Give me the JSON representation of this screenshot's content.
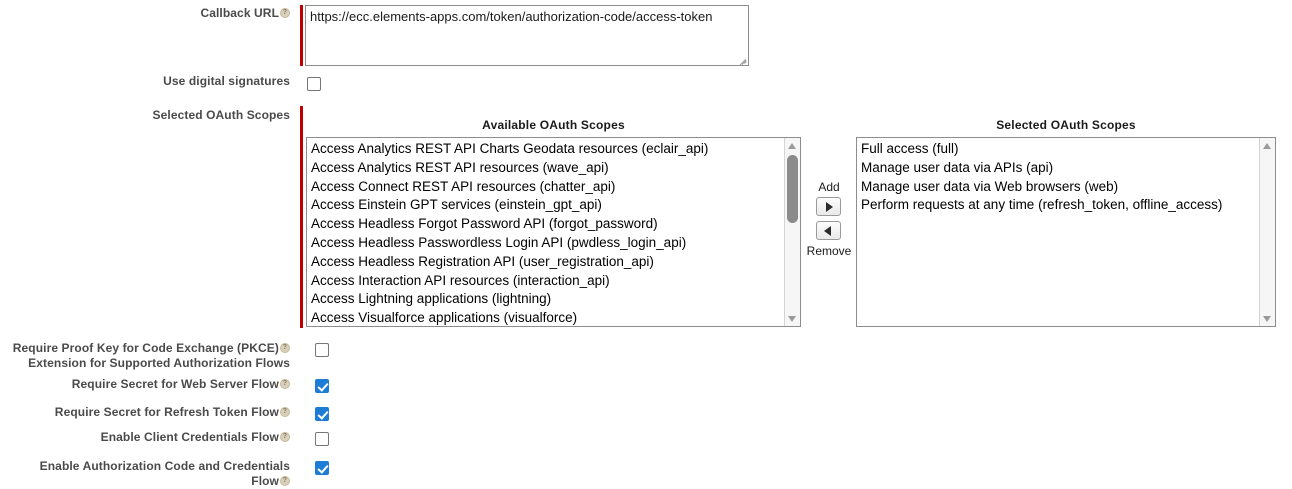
{
  "fields": {
    "callback_url": {
      "label": "Callback URL",
      "value": "https://ecc.elements-apps.com/token/authorization-code/access-token",
      "help_icon": "help-icon",
      "required": true
    },
    "use_digital_signatures": {
      "label": "Use digital signatures",
      "checked": false
    },
    "selected_oauth_scopes": {
      "label": "Selected OAuth Scopes",
      "required": true
    }
  },
  "dual_list": {
    "available_header": "Available OAuth Scopes",
    "selected_header": "Selected OAuth Scopes",
    "add_label": "Add",
    "remove_label": "Remove",
    "available": [
      "Access Analytics REST API Charts Geodata resources (eclair_api)",
      "Access Analytics REST API resources (wave_api)",
      "Access Connect REST API resources (chatter_api)",
      "Access Einstein GPT services (einstein_gpt_api)",
      "Access Headless Forgot Password API (forgot_password)",
      "Access Headless Passwordless Login API (pwdless_login_api)",
      "Access Headless Registration API (user_registration_api)",
      "Access Interaction API resources (interaction_api)",
      "Access Lightning applications (lightning)",
      "Access Visualforce applications (visualforce)"
    ],
    "selected": [
      "Full access (full)",
      "Manage user data via APIs (api)",
      "Manage user data via Web browsers (web)",
      "Perform requests at any time (refresh_token, offline_access)"
    ]
  },
  "flow_options": [
    {
      "label_line1": "Require Proof Key for Code Exchange (PKCE)",
      "label_line2": "Extension for Supported Authorization Flows",
      "checked": false
    },
    {
      "label_line1": "Require Secret for Web Server Flow",
      "label_line2": "",
      "checked": true
    },
    {
      "label_line1": "Require Secret for Refresh Token Flow",
      "label_line2": "",
      "checked": true
    },
    {
      "label_line1": "Enable Client Credentials Flow",
      "label_line2": "",
      "checked": false
    },
    {
      "label_line1": "Enable Authorization Code and Credentials Flow",
      "label_line2": "",
      "checked": true
    }
  ],
  "colors": {
    "required_bar": "#c00000",
    "checkbox_checked": "#1d7dd6",
    "label_text": "#4a4a4a",
    "help_icon": "#d9cfbb"
  }
}
